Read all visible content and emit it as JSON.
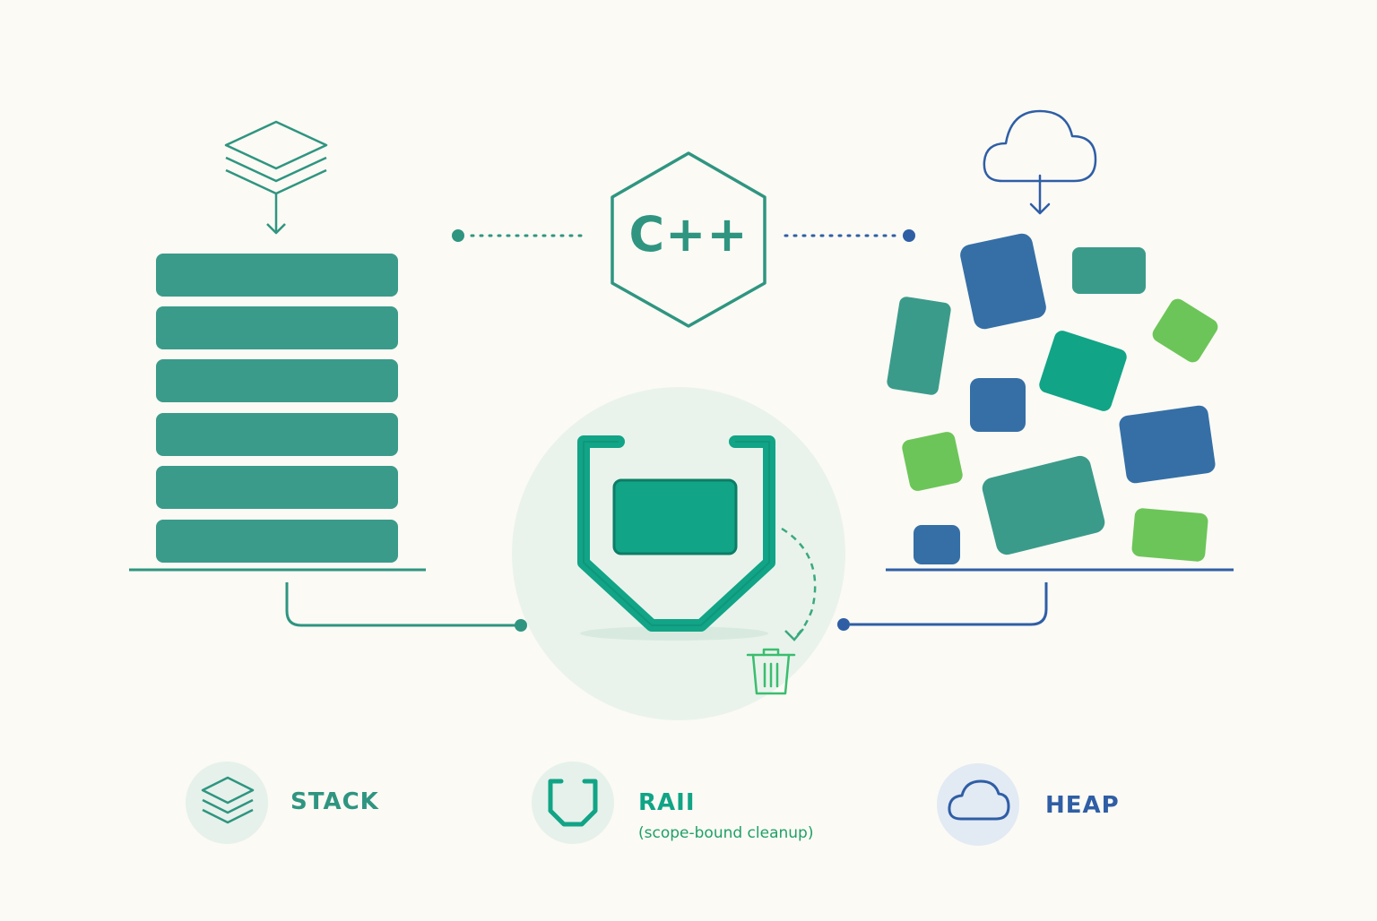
{
  "center": {
    "logo_text": "C++"
  },
  "legend": {
    "stack": {
      "label": "STACK",
      "icon": "stack-layers-icon"
    },
    "raii": {
      "label": "RAII",
      "sub": "(scope-bound cleanup)",
      "icon": "raii-bracket-icon"
    },
    "heap": {
      "label": "HEAP",
      "icon": "cloud-icon"
    }
  },
  "icons": {
    "stack_top": "stack-layers-icon",
    "heap_top": "cloud-download-icon",
    "cleanup": "trash-icon"
  },
  "colors": {
    "background": "#fbfaf5",
    "stack_teal": "#3b9b8a",
    "raii_green": "#11a486",
    "heap_blue": "#356fa6",
    "heap_green": "#6cc558",
    "line_blue": "#2f5ea5"
  },
  "stack": {
    "block_count": 6
  }
}
